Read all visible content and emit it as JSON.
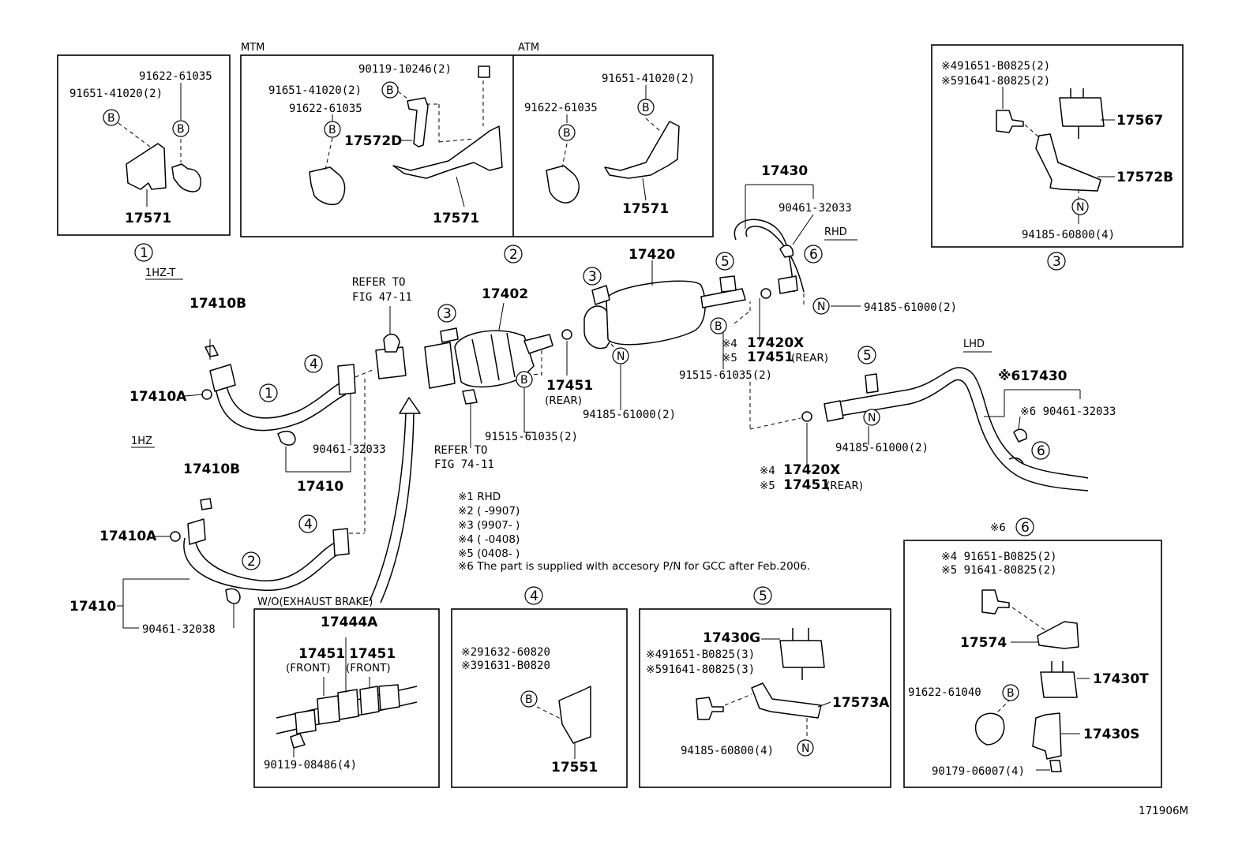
{
  "diagram_id": "171906M",
  "notes": [
    "※1 RHD",
    "※2 (      -9907)",
    "※3 (9907-      )",
    "※4 (      -0408)",
    "※5 (0408-      )",
    "※6 The part is supplied with accesory P/N for GCC after Feb.2006."
  ],
  "headers": {
    "mtm": "MTM",
    "atm": "ATM",
    "engine_1hzt": "1HZ-T",
    "engine_1hz": "1HZ",
    "rhd": "RHD",
    "lhd": "LHD",
    "wo_exhaust_brake": "W/O(EXHAUST BRAKE)",
    "refer_47_a": "REFER TO",
    "refer_47_b": "FIG 47-11",
    "refer_74_a": "REFER TO",
    "refer_74_b": "FIG 74-11",
    "six_mark": "※6"
  },
  "circle_nums": [
    "1",
    "2",
    "3",
    "4",
    "5",
    "6"
  ],
  "markers": {
    "B": "B",
    "N": "N"
  },
  "parts": {
    "p91622_61035": "91622-61035",
    "p91651_41020_2": "91651-41020(2)",
    "p17571": "17571",
    "p90119_10246_2": "90119-10246(2)",
    "p17572D": "17572D",
    "p17567": "17567",
    "p17572B": "17572B",
    "p94185_60800_4": "94185-60800(4)",
    "p4_91651_B0825_2": "※491651-B0825(2)",
    "p5_91641_80825_2": "※591641-80825(2)",
    "p17430": "17430",
    "p90461_32033": "90461-32033",
    "p17420": "17420",
    "p17402": "17402",
    "p94185_61000_2": "94185-61000(2)",
    "p17420X": "17420X",
    "p17451": "17451",
    "rear": "(REAR)",
    "p91515_61035_2": "91515-61035(2)",
    "p17410B": "17410B",
    "p17410A": "17410A",
    "p17410": "17410",
    "p90461_32038": "90461-32038",
    "p6_17430": "※617430",
    "p6_90461_32033": "※6 90461-32033",
    "mark4": "※4",
    "mark5": "※5",
    "p17444A": "17444A",
    "front": "(FRONT)",
    "p90119_08486_4": "90119-08486(4)",
    "p2_91632_60820": "※291632-60820",
    "p3_91631_B0820": "※391631-B0820",
    "p17551": "17551",
    "p17430G": "17430G",
    "p4_91651_B0825_3": "※491651-B0825(3)",
    "p5_91641_80825_3": "※591641-80825(3)",
    "p17573A": "17573A",
    "p94185_60800_4b": "94185-60800(4)",
    "p4_91651_B0825_2b": "※4 91651-B0825(2)",
    "p5_91641_80825_2b": "※5 91641-80825(2)",
    "p17574": "17574",
    "p17430T": "17430T",
    "p91622_61040": "91622-61040",
    "p17430S": "17430S",
    "p90179_06007_4": "90179-06007(4)"
  },
  "colors": {
    "line": "#000000",
    "background": "#ffffff"
  }
}
